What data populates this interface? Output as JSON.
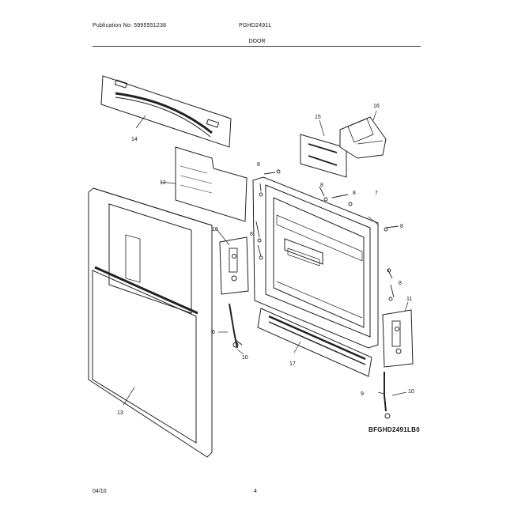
{
  "header": {
    "publication": "Publication No: 5995551238",
    "model": "PGHD2491L",
    "section": "DOOR"
  },
  "callouts": [
    "14",
    "12",
    "15",
    "16",
    "8",
    "8",
    "7",
    "8",
    "13",
    "18",
    "8",
    "8",
    "6",
    "8",
    "11",
    "9",
    "10",
    "17",
    "9",
    "10",
    "8"
  ],
  "diagram_code": "BFGHD2491LB0",
  "footer": {
    "date": "04/10",
    "page": "4"
  }
}
